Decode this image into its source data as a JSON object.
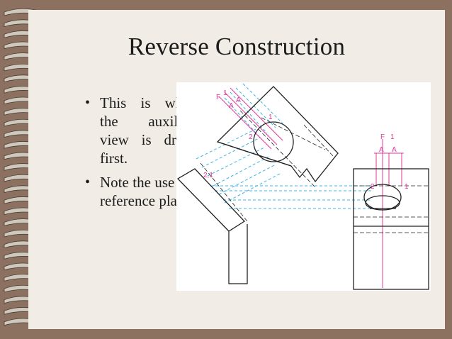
{
  "slide": {
    "title": "Reverse Construction",
    "bullets": [
      "This is where the auxiliary view is drawn first.",
      "Note the use of a reference plane"
    ]
  },
  "figure": {
    "labels": {
      "aux_fold_f": "F",
      "aux_fold_1": "1",
      "aux_a1": "A",
      "aux_a2": "A",
      "aux_point_1": "1",
      "aux_point_2": "2",
      "side_point_21": "2,1",
      "right_f": "F",
      "right_1": "1",
      "right_a1": "A",
      "right_a2": "A",
      "right_point_2": "2",
      "right_point_1": "1"
    }
  },
  "colors": {
    "background": "#8c7160",
    "slide": "#f1ede6",
    "construction_blue": "#3fb3e6",
    "reference_magenta": "#e0399a",
    "line": "#222222"
  }
}
